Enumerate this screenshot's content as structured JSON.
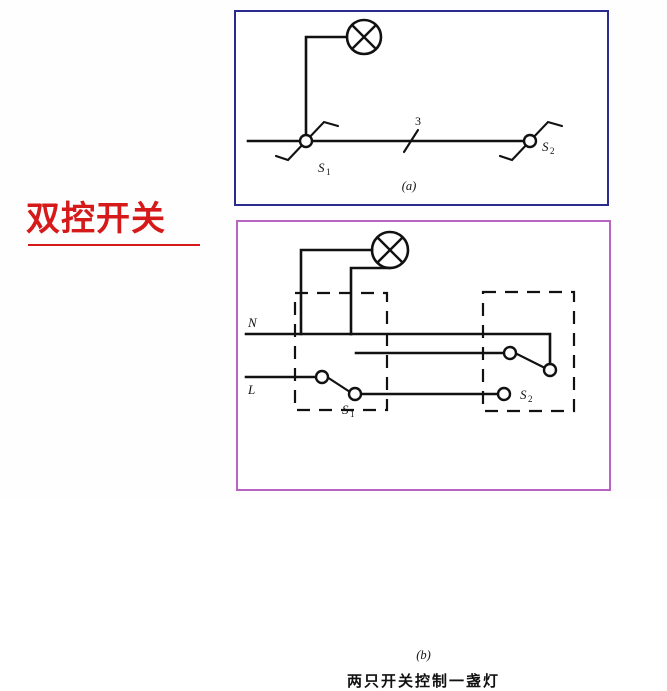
{
  "page": {
    "title_text": "双控开关",
    "background_color": "#ffffff"
  },
  "colors": {
    "title_red": "#d61a1a",
    "panel_a_border": "#2b2b8f",
    "panel_b_border": "#b964c4",
    "wire": "#111111"
  },
  "diagram_a": {
    "caption": "(a)",
    "wire_count_marker": "3",
    "switch_1_label": "S",
    "switch_1_sub": "1",
    "switch_2_label": "S",
    "switch_2_sub": "2",
    "lamp_icon": "lamp-cross-circle-icon",
    "description": "schematic-two-way-switch"
  },
  "diagram_b": {
    "caption": "(b)",
    "caption_cn": "两只开关控制一盏灯",
    "neutral_label": "N",
    "live_label": "L",
    "switch_1_label": "S",
    "switch_1_sub": "1",
    "switch_2_label": "S",
    "switch_2_sub": "2",
    "lamp_icon": "lamp-cross-circle-icon",
    "description": "wiring-two-switches-one-lamp"
  }
}
